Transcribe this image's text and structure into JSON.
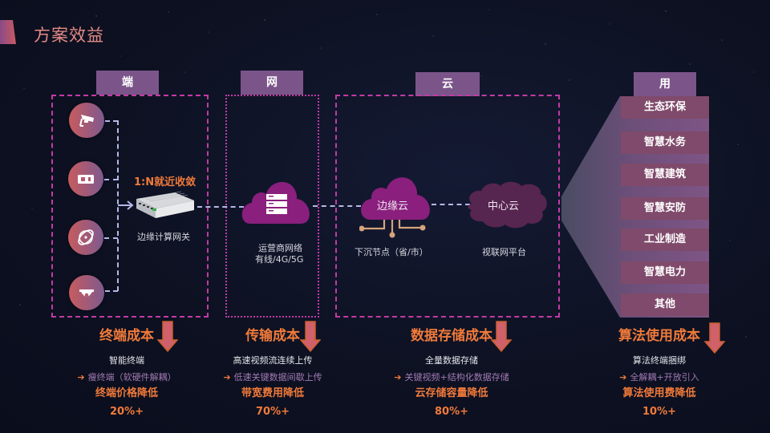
{
  "page_title": "方案效益",
  "columns": {
    "terminal": {
      "tab": "端"
    },
    "network": {
      "tab": "网"
    },
    "cloud": {
      "tab": "云"
    },
    "application": {
      "tab": "用"
    }
  },
  "terminal": {
    "devices": [
      {
        "icon": "surveillance-camera-icon"
      },
      {
        "icon": "card-reader-icon"
      },
      {
        "icon": "sensor-orbit-icon"
      },
      {
        "icon": "dome-camera-icon"
      }
    ],
    "convergence_label": "1:N就近收敛",
    "gateway_label": "边缘计算网关"
  },
  "network": {
    "cloud_icon": "server-cloud-icon",
    "label_line1": "运营商网络",
    "label_line2": "有线/4G/5G"
  },
  "cloud": {
    "edge_cloud_label": "边缘云",
    "edge_caption": "下沉节点（省/市）",
    "center_cloud_label": "中心云",
    "center_caption": "视联网平台"
  },
  "application": {
    "sectors": [
      "生态环保",
      "智慧水务",
      "智慧建筑",
      "智慧安防",
      "工业制造",
      "智慧电力",
      "其他"
    ]
  },
  "benefits": [
    {
      "title": "终端成本",
      "line1": "智能终端",
      "arrow": "➔",
      "line2": "瘦终端（软硬件解耦）",
      "line3": "终端价格降低",
      "value": "20%+"
    },
    {
      "title": "传输成本",
      "line1": "高速视频流连续上传",
      "arrow": "➔",
      "line2": "低速关键数据间歇上传",
      "line3": "带宽费用降低",
      "value": "70%+"
    },
    {
      "title": "数据存储成本",
      "line1": "全量数据存储",
      "arrow": "➔",
      "line2": "关键视频+结构化数据存储",
      "line3": "云存储容量降低",
      "value": "80%+"
    },
    {
      "title": "算法使用成本",
      "line1": "算法终端捆绑",
      "arrow": "➔",
      "line2": "全解耦+开放引入",
      "line3": "算法使用费降低",
      "value": "10%+"
    }
  ],
  "colors": {
    "accent_orange": "#f07a3a",
    "dash_magenta": "#c23ba4",
    "tab_purple": "#7b5589",
    "cloud_magenta": "#8a1f7e",
    "center_cloud": "#562550"
  }
}
